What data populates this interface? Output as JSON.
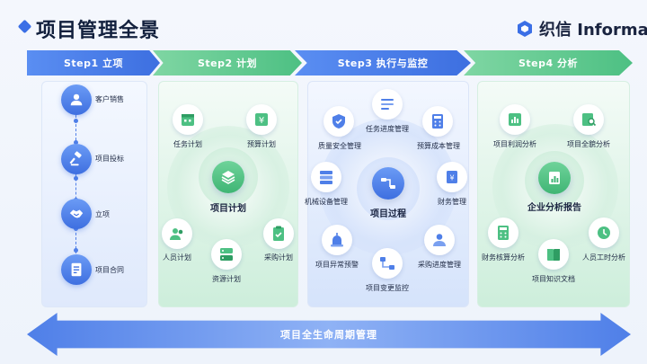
{
  "header": {
    "title": "项目管理全景",
    "brand": "织信 Informat"
  },
  "colors": {
    "blue": "#3d6fe0",
    "green": "#4dc083"
  },
  "steps": [
    {
      "label": "Step1  立项"
    },
    {
      "label": "Step2  计划"
    },
    {
      "label": "Step3  执行与监控"
    },
    {
      "label": "Step4  分析"
    }
  ],
  "step1": {
    "items": [
      "客户销售",
      "项目投标",
      "立项",
      "项目合同"
    ]
  },
  "step2": {
    "center": "项目计划",
    "items": [
      "任务计划",
      "预算计划",
      "人员计划",
      "资源计划",
      "采购计划"
    ]
  },
  "step3": {
    "center": "项目过程",
    "items": [
      "任务进度管理",
      "质量安全管理",
      "预算成本管理",
      "机械设备管理",
      "财务管理",
      "项目异常预警",
      "采购进度管理",
      "项目变更监控"
    ]
  },
  "step4": {
    "center": "企业分析报告",
    "items": [
      "项目利润分析",
      "项目全貌分析",
      "财务核算分析",
      "人员工时分析",
      "项目知识文档"
    ]
  },
  "footer": {
    "label": "项目全生命周期管理"
  }
}
